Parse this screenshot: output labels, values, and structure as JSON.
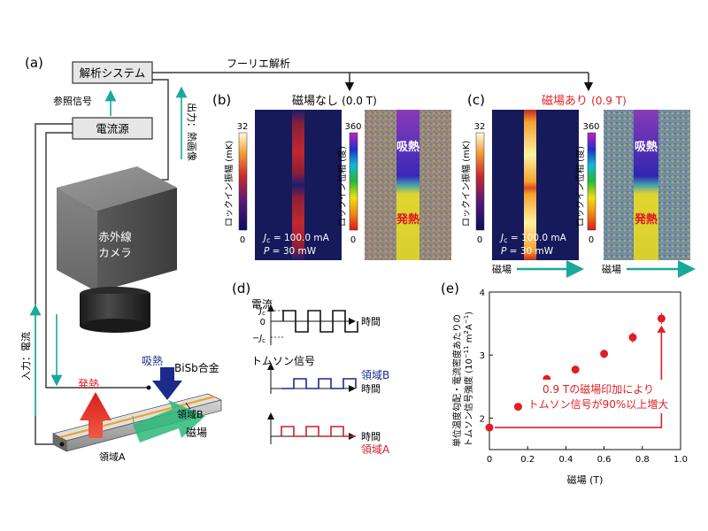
{
  "panels": {
    "a": "(a)",
    "b": "(b)",
    "c": "(c)",
    "d": "(d)",
    "e": "(e)"
  },
  "setup": {
    "analysis_system": "解析システム",
    "current_source": "電流源",
    "fourier": "フーリエ解析",
    "reference_signal": "参照信号",
    "output_thermal": "出力：熱画像",
    "input_current": "入力：電流",
    "camera_line1": "赤外線",
    "camera_line2": "カメラ",
    "endothermic": "吸熱",
    "exothermic": "発熱",
    "alloy": "BiSb合金",
    "region_b": "領域B",
    "region_a": "領域A",
    "magnetic_field": "磁場"
  },
  "maps": {
    "b_title_main": "磁場なし",
    "b_title_value": "(0.0 T)",
    "c_title_main": "磁場あり",
    "c_title_value": "(0.9 T)",
    "amp_label": "ロックイン振幅",
    "amp_unit": "(mK)",
    "amp_max": "32",
    "amp_min": "0",
    "phase_label": "ロックイン位相",
    "phase_unit": "(度)",
    "phase_max": "360",
    "phase_min": "0",
    "endothermic": "吸熱",
    "exothermic": "発熱",
    "jc_sym": "J",
    "jc_sub": "c",
    "jc_value": " = 100.0 mA",
    "p_sym": "P",
    "p_value": " = 30 mW",
    "field": "磁場",
    "colors": {
      "field_arrow": "#1aa89a",
      "ttl_field_on": "#e02020"
    }
  },
  "waveforms": {
    "current": "電流",
    "jc_label": "J",
    "jc_sub": "c",
    "zero": "0",
    "neg_jc_label": "−J",
    "time": "時間",
    "thomson": "トムソン信号",
    "region_b": "領域B",
    "region_a": "領域A",
    "colors": {
      "current": "#111111",
      "region_b": "#1c2a8c",
      "region_a": "#cc1f2a"
    }
  },
  "chart_data": {
    "type": "scatter",
    "ylabel_line1": "単位温度勾配・電流密度あたりの",
    "ylabel_line2": "トムソン信号強度 (10",
    "ylabel_exp": "−11",
    "ylabel_tail": " m",
    "ylabel_exp2": "2",
    "ylabel_tail2": "A",
    "ylabel_exp3": "−1",
    "ylabel_end": ")",
    "xlabel": "磁場 (T)",
    "xlim": [
      0.0,
      1.0
    ],
    "ylim": [
      1.5,
      4.0
    ],
    "xticks": [
      "0",
      "0.2",
      "0.4",
      "0.6",
      "0.8",
      "1.0"
    ],
    "yticks": [
      "2",
      "3",
      "4"
    ],
    "x": [
      0.0,
      0.15,
      0.3,
      0.45,
      0.6,
      0.75,
      0.9
    ],
    "y": [
      1.85,
      2.18,
      2.62,
      2.77,
      3.02,
      3.28,
      3.58
    ],
    "err": [
      0.03,
      0.05,
      0.06,
      0.06,
      0.07,
      0.08,
      0.09
    ],
    "annotation_line1": "0.9 Tの磁場印加により",
    "annotation_line2": "トムソン信号が90%以上増大",
    "color": "#e01e25"
  }
}
